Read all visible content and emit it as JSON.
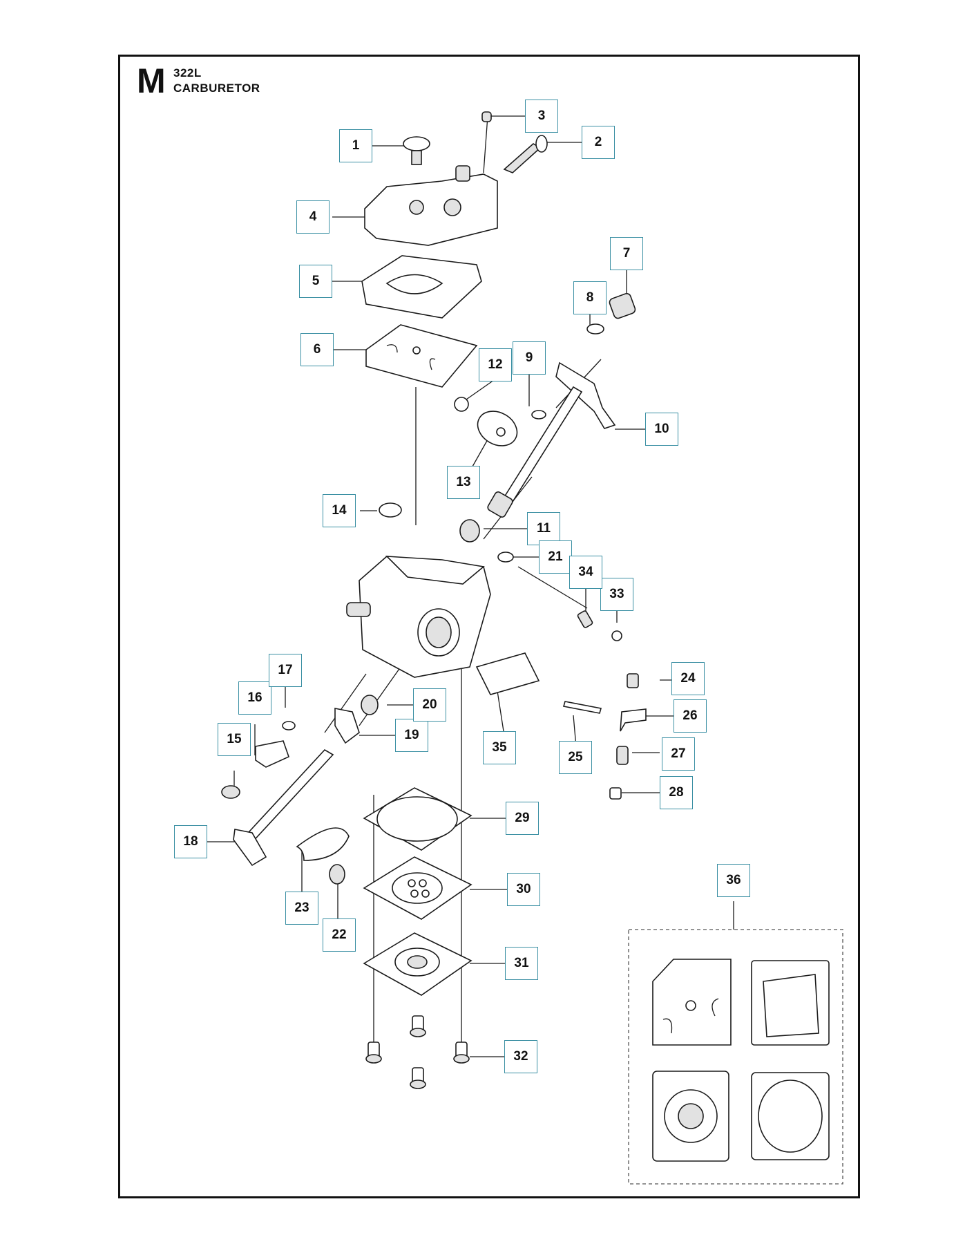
{
  "header": {
    "section_letter": "M",
    "model": "322L",
    "title": "CARBURETOR"
  },
  "callouts": [
    {
      "label": "1"
    },
    {
      "label": "2"
    },
    {
      "label": "3"
    },
    {
      "label": "4"
    },
    {
      "label": "5"
    },
    {
      "label": "6"
    },
    {
      "label": "7"
    },
    {
      "label": "8"
    },
    {
      "label": "9"
    },
    {
      "label": "10"
    },
    {
      "label": "11"
    },
    {
      "label": "12"
    },
    {
      "label": "13"
    },
    {
      "label": "14"
    },
    {
      "label": "15"
    },
    {
      "label": "16"
    },
    {
      "label": "17"
    },
    {
      "label": "18"
    },
    {
      "label": "19"
    },
    {
      "label": "20"
    },
    {
      "label": "21"
    },
    {
      "label": "22"
    },
    {
      "label": "23"
    },
    {
      "label": "24"
    },
    {
      "label": "25"
    },
    {
      "label": "26"
    },
    {
      "label": "27"
    },
    {
      "label": "28"
    },
    {
      "label": "29"
    },
    {
      "label": "30"
    },
    {
      "label": "31"
    },
    {
      "label": "32"
    },
    {
      "label": "33"
    },
    {
      "label": "34"
    },
    {
      "label": "35"
    },
    {
      "label": "36"
    }
  ],
  "colors": {
    "callout_border": "#3a8fa3",
    "line": "#1a1a1a"
  }
}
